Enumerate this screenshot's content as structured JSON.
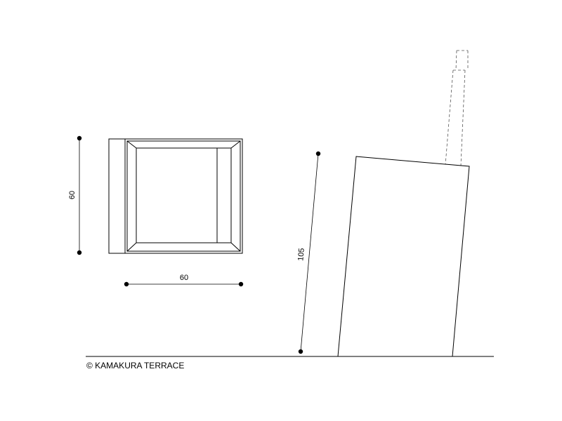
{
  "dimensions": {
    "top_height": "60",
    "top_width": "60",
    "side_height": "105"
  },
  "copyright": "© KAMAKURA TERRACE",
  "colors": {
    "line": "#000000",
    "hidden_line": "#666666",
    "background": "#ffffff"
  }
}
